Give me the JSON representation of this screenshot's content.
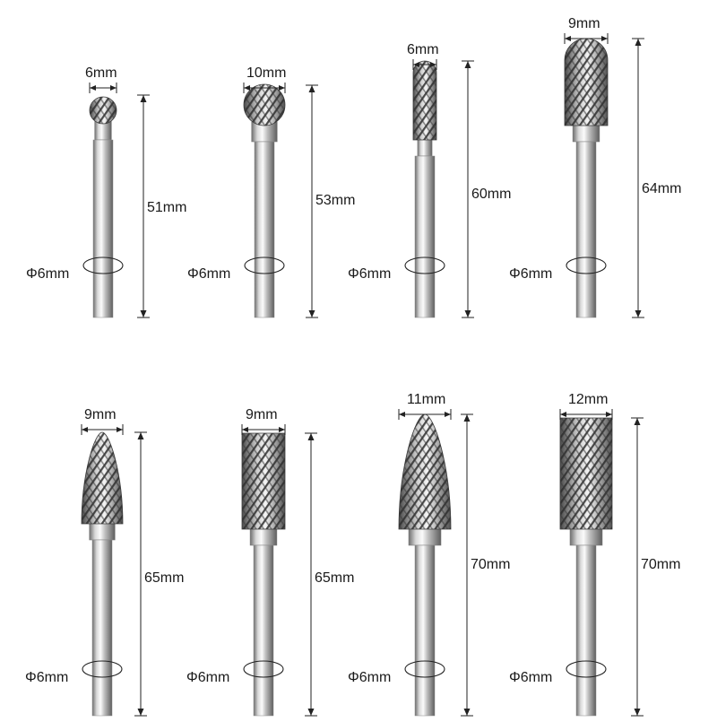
{
  "burrs": [
    {
      "head_shape": "ball",
      "head_width": "6mm",
      "length": "51mm",
      "shank": "Φ6mm"
    },
    {
      "head_shape": "ball",
      "head_width": "10mm",
      "length": "53mm",
      "shank": "Φ6mm"
    },
    {
      "head_shape": "cylinder-ball-nose",
      "head_width": "6mm",
      "length": "60mm",
      "shank": "Φ6mm"
    },
    {
      "head_shape": "cylinder-ball-nose",
      "head_width": "9mm",
      "length": "64mm",
      "shank": "Φ6mm"
    },
    {
      "head_shape": "tree-pointed",
      "head_width": "9mm",
      "length": "65mm",
      "shank": "Φ6mm"
    },
    {
      "head_shape": "cylinder",
      "head_width": "9mm",
      "length": "65mm",
      "shank": "Φ6mm"
    },
    {
      "head_shape": "tree-pointed",
      "head_width": "11mm",
      "length": "70mm",
      "shank": "Φ6mm"
    },
    {
      "head_shape": "cylinder",
      "head_width": "12mm",
      "length": "70mm",
      "shank": "Φ6mm"
    }
  ],
  "colors": {
    "steel_light": "#f2f2f2",
    "steel_dark": "#6e6e6e",
    "flute_dark": "#3a3a3a",
    "dimension_line": "#222222"
  }
}
